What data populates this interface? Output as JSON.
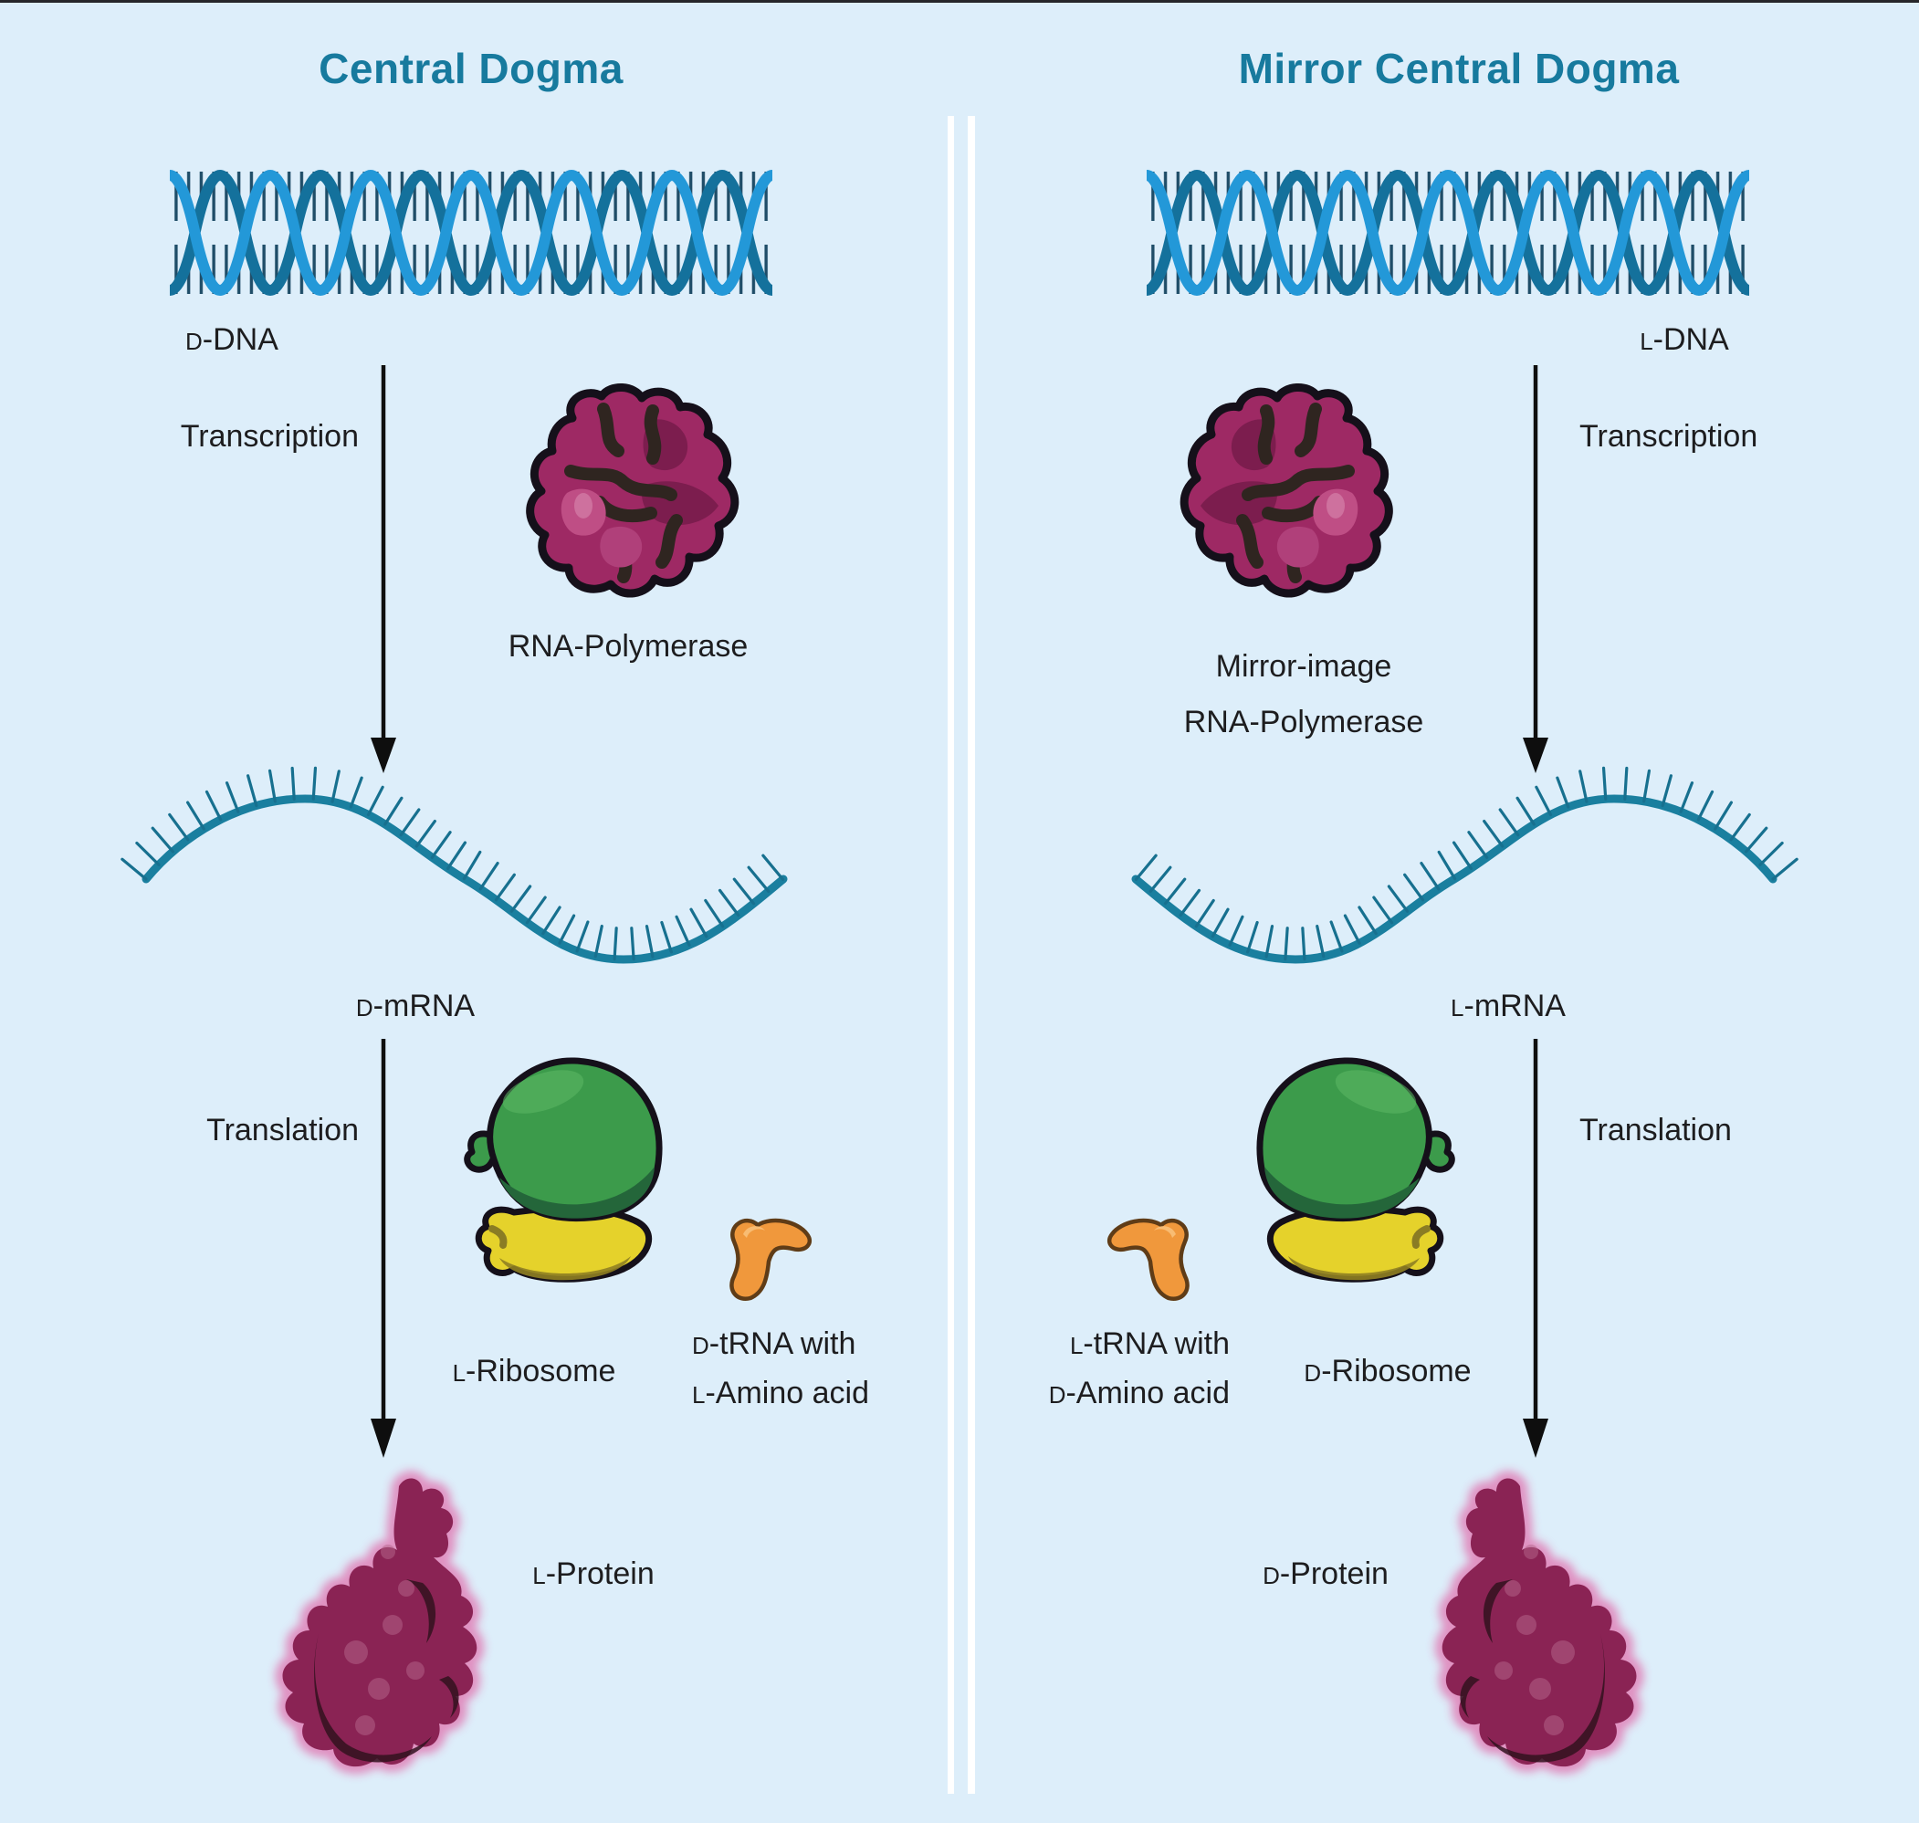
{
  "titles": {
    "left": "Central Dogma",
    "right": "Mirror Central Dogma"
  },
  "left_column": {
    "dna_label": {
      "prefix": "D",
      "name": "-DNA"
    },
    "transcription_label": "Transcription",
    "polymerase_label": "RNA-Polymerase",
    "mrna_label": {
      "prefix": "D",
      "name": "-mRNA"
    },
    "translation_label": "Translation",
    "ribosome_label": {
      "prefix": "L",
      "name": "-Ribosome"
    },
    "trna_label_line1": {
      "prefix": "D",
      "name": "-tRNA with"
    },
    "trna_label_line2": {
      "prefix": "L",
      "name": "-Amino acid"
    },
    "protein_label": {
      "prefix": "L",
      "name": "-Protein"
    }
  },
  "right_column": {
    "dna_label": {
      "prefix": "L",
      "name": "-DNA"
    },
    "transcription_label": "Transcription",
    "polymerase_label_line1": "Mirror-image",
    "polymerase_label_line2": "RNA-Polymerase",
    "mrna_label": {
      "prefix": "L",
      "name": "-mRNA"
    },
    "translation_label": "Translation",
    "ribosome_label": {
      "prefix": "D",
      "name": "-Ribosome"
    },
    "trna_label_line1": {
      "prefix": "L",
      "name": "-tRNA with"
    },
    "trna_label_line2": {
      "prefix": "D",
      "name": "-Amino acid"
    },
    "protein_label": {
      "prefix": "D",
      "name": "-Protein"
    }
  },
  "colors": {
    "bg": "#ddeefa",
    "top_bar": "#26262a",
    "title": "#177a9e",
    "text": "#1d1d1f",
    "divider": "#ffffff",
    "arrow": "#0e0e0e",
    "dna_light": "#2398d8",
    "dna_dark": "#14719c",
    "dna_rung": "#1f4d68",
    "mrna": "#1a7f9f",
    "mrna_tick": "#17708f",
    "poly_main": "#9e2964",
    "poly_dark": "#7c1d4e",
    "poly_light": "#bf4e85",
    "poly_light2": "#b0407a",
    "poly_crevice": "#2f2520",
    "outline": "#15101a",
    "ribo_green": "#3c9b4b",
    "ribo_green_dark": "#24663a",
    "ribo_green_light": "#5cb866",
    "ribo_yellow": "#e5d22b",
    "ribo_yellow_dark": "#8f7f22",
    "trna_orange": "#f0983c",
    "trna_light": "#f9c27d",
    "trna_outline": "#5f3c17",
    "protein_main": "#8a2354",
    "protein_dark": "#31121f",
    "protein_glow": "#e23287",
    "protein_light": "#b5688c"
  }
}
